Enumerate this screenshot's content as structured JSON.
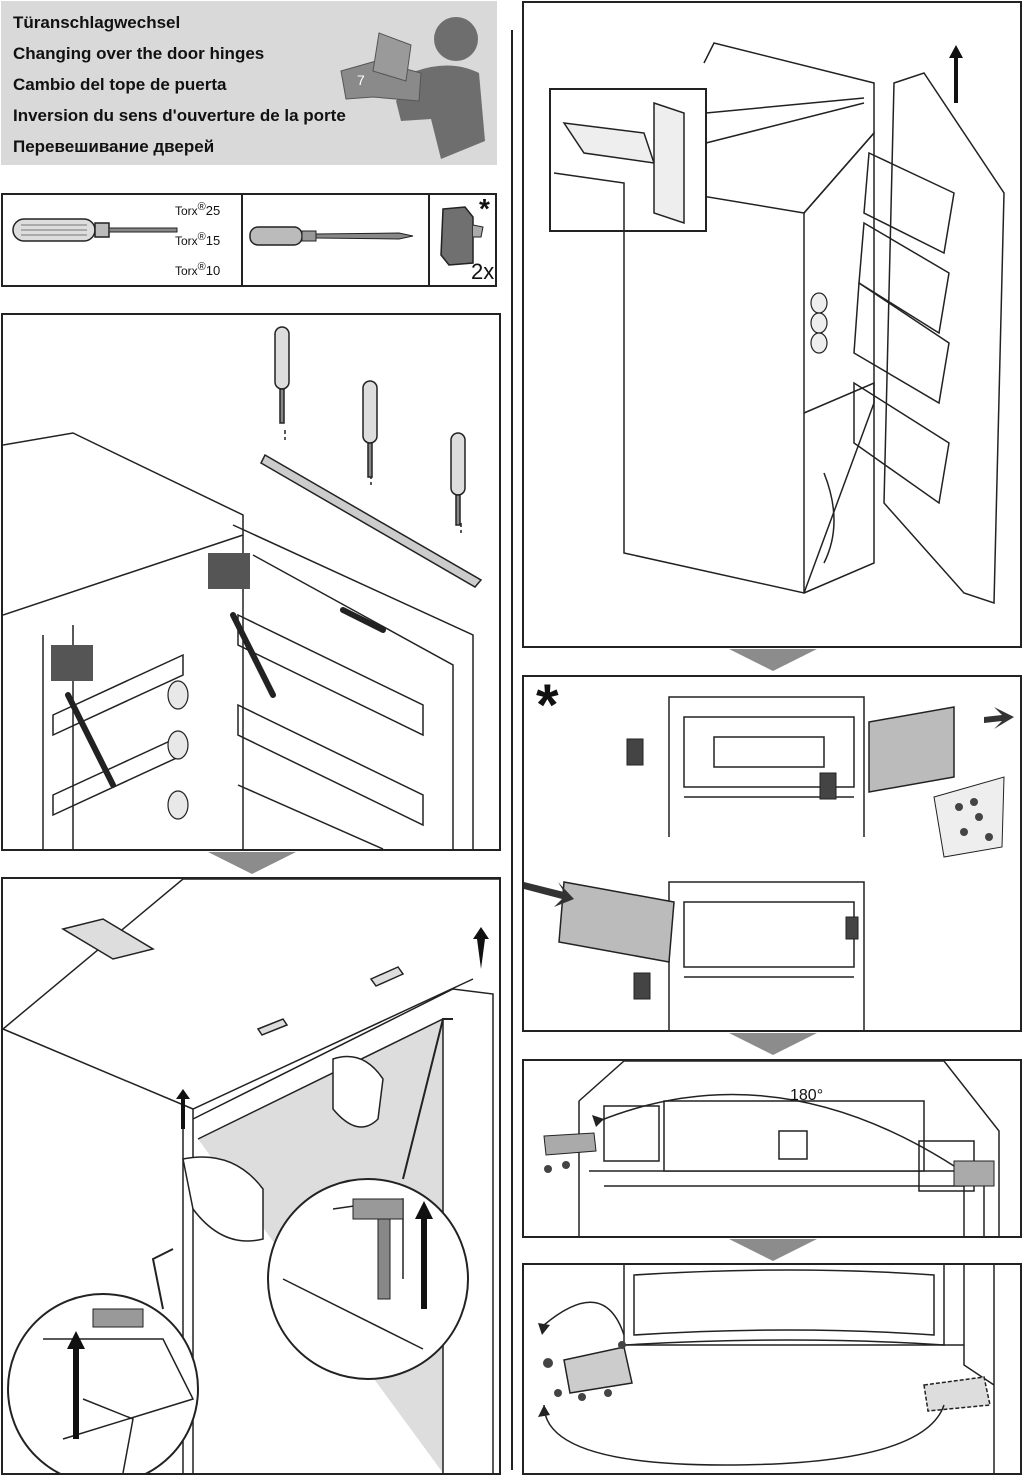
{
  "header": {
    "titles": [
      "Türanschlagwechsel",
      "Changing over the door hinges",
      "Cambio del tope de puerta",
      "Inversion du sens d'ouverture de la porte",
      "Перевешивание дверей"
    ],
    "book_number": "7"
  },
  "tools": {
    "torx_brand": "Torx",
    "registered": "®",
    "sizes": [
      "25",
      "15",
      "10"
    ],
    "asterisk": "*",
    "quantity": "2x"
  },
  "steps": {
    "optional_marker": "*",
    "rotation_label": "180°"
  },
  "colors": {
    "header_bg": "#d9d9d9",
    "arrow": "#8c8c8c",
    "line": "#222222"
  }
}
